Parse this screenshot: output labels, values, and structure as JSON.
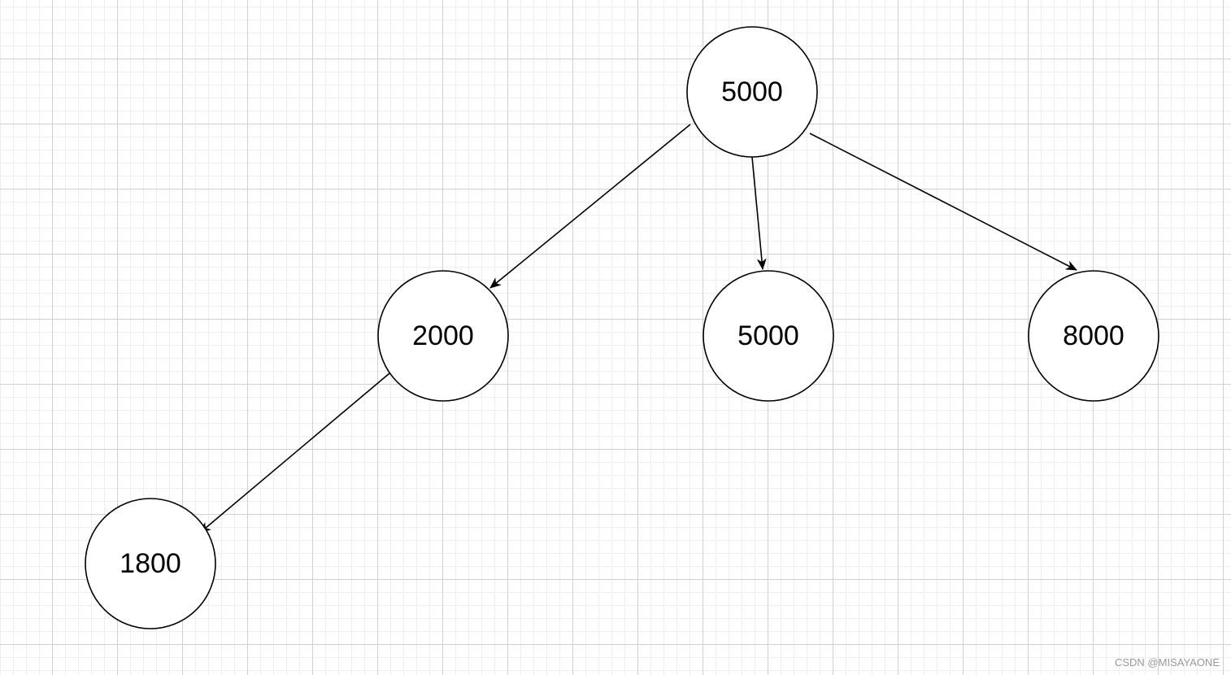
{
  "nodes": [
    {
      "id": "root",
      "label": "5000"
    },
    {
      "id": "left",
      "label": "2000"
    },
    {
      "id": "middle",
      "label": "5000"
    },
    {
      "id": "right",
      "label": "8000"
    },
    {
      "id": "leftleft",
      "label": "1800"
    }
  ],
  "edges": [
    {
      "from": "root",
      "to": "left"
    },
    {
      "from": "root",
      "to": "middle"
    },
    {
      "from": "root",
      "to": "right"
    },
    {
      "from": "left",
      "to": "leftleft"
    }
  ],
  "watermark": "CSDN @MISAYAONE"
}
